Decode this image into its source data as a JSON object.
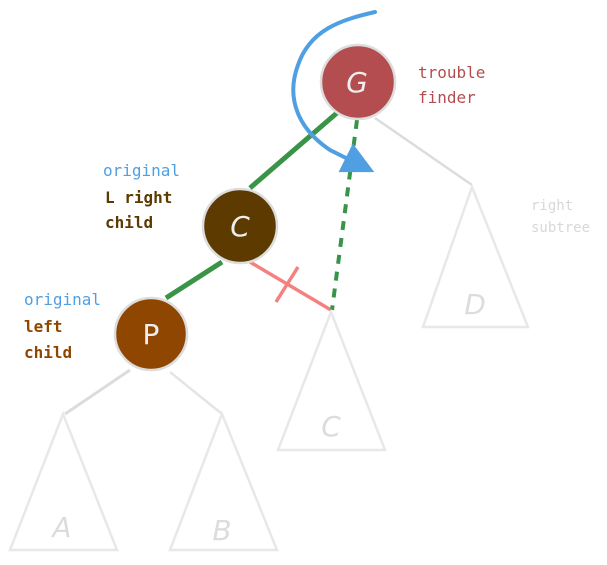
{
  "colors": {
    "G": "#b34d4f",
    "C": "#5c3a00",
    "P": "#8e4600",
    "green": "#3a9448",
    "red": "#f48080",
    "blue": "#4f9fe2",
    "gray": "#e5e5e5"
  },
  "nodes": {
    "G": "G",
    "C": "C",
    "P": "P"
  },
  "subtrees": {
    "A": "A",
    "B": "B",
    "C": "C",
    "D": "D"
  },
  "labels": {
    "trouble_1": "trouble",
    "trouble_2": "finder",
    "orig_right_1": "original",
    "orig_right_2": "L right",
    "orig_right_3": "child",
    "orig_left_1": "original",
    "orig_left_2": "left",
    "orig_left_3": "child",
    "right_subtree_1": "right",
    "right_subtree_2": "subtree"
  }
}
